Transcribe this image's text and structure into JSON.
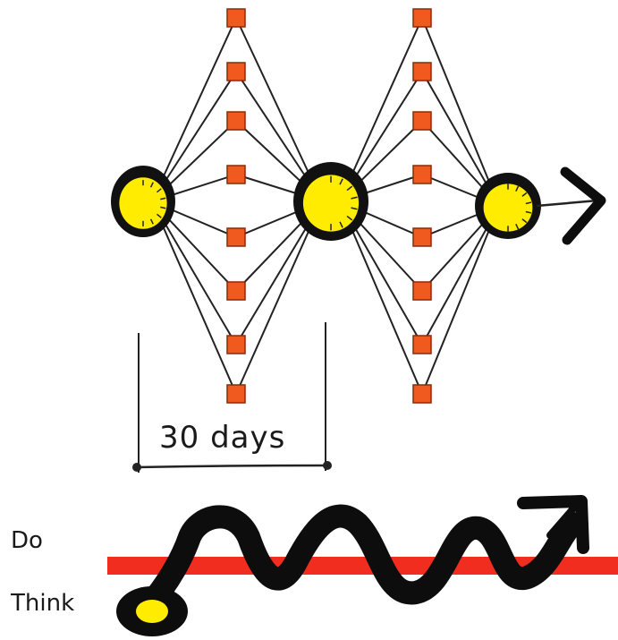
{
  "diagram": {
    "hub_count": 3,
    "squares_per_column": 8,
    "square_columns": 2,
    "interval_label": "30 days",
    "colors": {
      "hub_fill": "#ffec00",
      "hub_ring": "#111111",
      "square_fill": "#f05a1e",
      "line": "#222222",
      "red_bar": "#f02d1e",
      "wave": "#0d0d0d"
    }
  },
  "bottom": {
    "do_label": "Do",
    "think_label": "Think"
  }
}
